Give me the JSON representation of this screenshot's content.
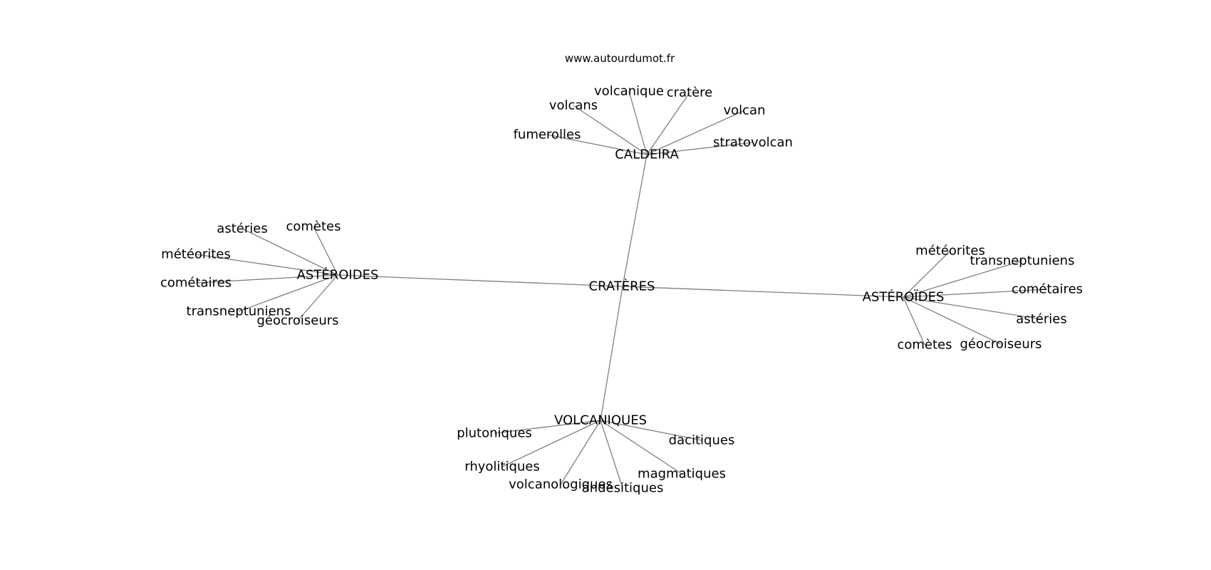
{
  "site": "www.autourdumot.fr",
  "colors": {
    "edge": "#808080",
    "text": "#000000",
    "background": "#ffffff"
  },
  "center": "CRATÈRES",
  "hubs": [
    {
      "label": "CALDEIRA",
      "leaves": [
        "volcans",
        "volcanique",
        "cratère",
        "volcan",
        "fumerolles",
        "stratovolcan"
      ]
    },
    {
      "label": "ASTÉROIDES",
      "leaves": [
        "astéries",
        "comètes",
        "météorites",
        "cométaires",
        "transneptuniens",
        "géocroiseurs"
      ]
    },
    {
      "label": "ASTÉROÏDES",
      "leaves": [
        "météorites",
        "transneptuniens",
        "cométaires",
        "astéries",
        "comètes",
        "géocroiseurs"
      ]
    },
    {
      "label": "VOLCANIQUES",
      "leaves": [
        "plutoniques",
        "dacitiques",
        "rhyolitiques",
        "magmatiques",
        "volcanologiques",
        "andésitiques"
      ]
    }
  ]
}
